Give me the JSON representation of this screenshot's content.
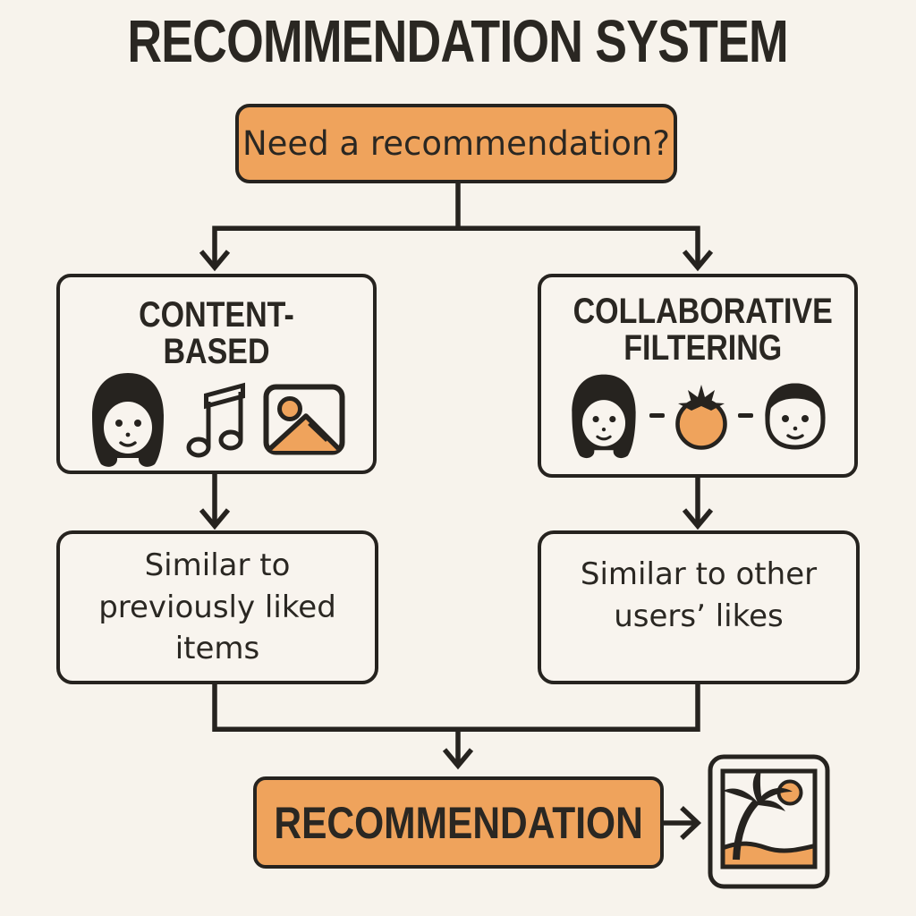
{
  "title": "RECOMMENDATION SYSTEM",
  "flow": {
    "start": {
      "label": "Need a recommendation?"
    },
    "branches": [
      {
        "id": "content-based",
        "title": "CONTENT-BASED",
        "icons": [
          "woman-face",
          "music-note",
          "photo"
        ],
        "description": "Similar to previously liked items"
      },
      {
        "id": "collaborative-filtering",
        "title": "COLLABORATIVE FILTERING",
        "icons": [
          "woman-face",
          "tomato",
          "man-face"
        ],
        "description": "Similar to other users’ likes"
      }
    ],
    "result": {
      "label": "RECOMMENDATION",
      "output_icon": "beach-photo"
    }
  },
  "theme": {
    "background": "#f7f3ec",
    "panel_fill": "#f8f4ee",
    "accent_orange": "#efa35c",
    "outline": "#26231f",
    "text": "#2a2722"
  }
}
